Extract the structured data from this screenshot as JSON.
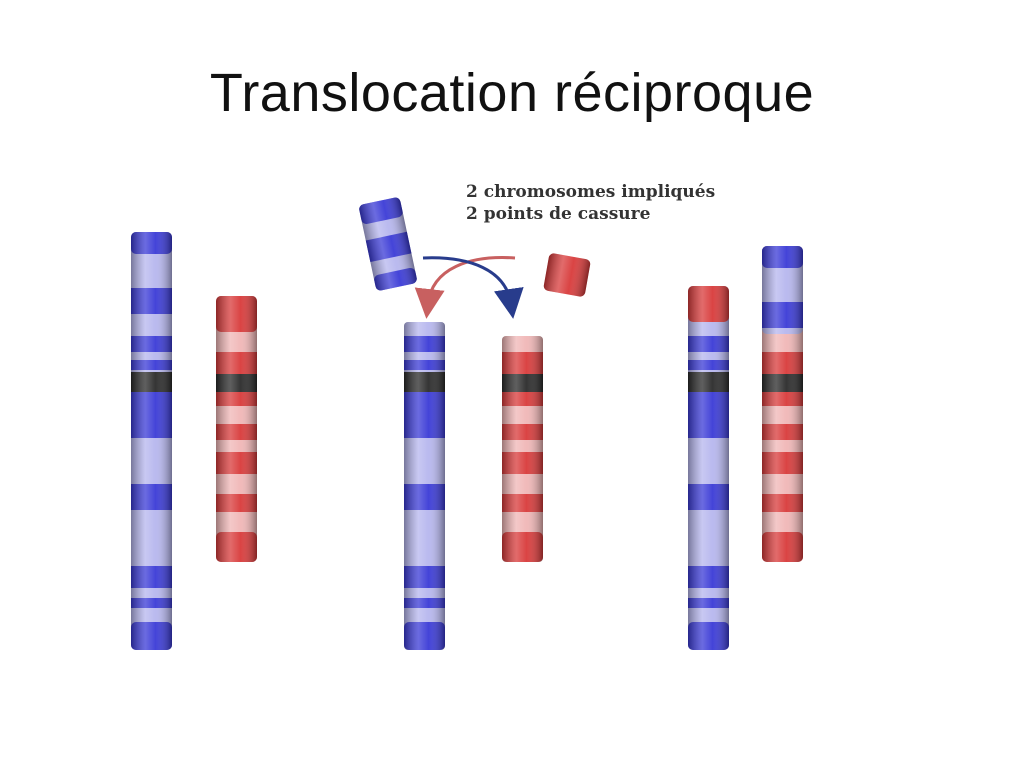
{
  "slide": {
    "title": "Translocation réciproque"
  },
  "annotation": {
    "line1": "2 chromosomes impliqués",
    "line2": "2 points de cassure"
  },
  "colors": {
    "blue_band": "#3a3ad6",
    "blue_light": "#b6b6ee",
    "red_band": "#d83a3a",
    "red_light": "#f0b6b6",
    "centromere": "#2a2a2a",
    "arrow_red": "#c86060",
    "arrow_blue": "#283c8c"
  },
  "diagram": {
    "stages": [
      "normal-pair",
      "breakage-and-exchange",
      "translocated-pair"
    ]
  }
}
